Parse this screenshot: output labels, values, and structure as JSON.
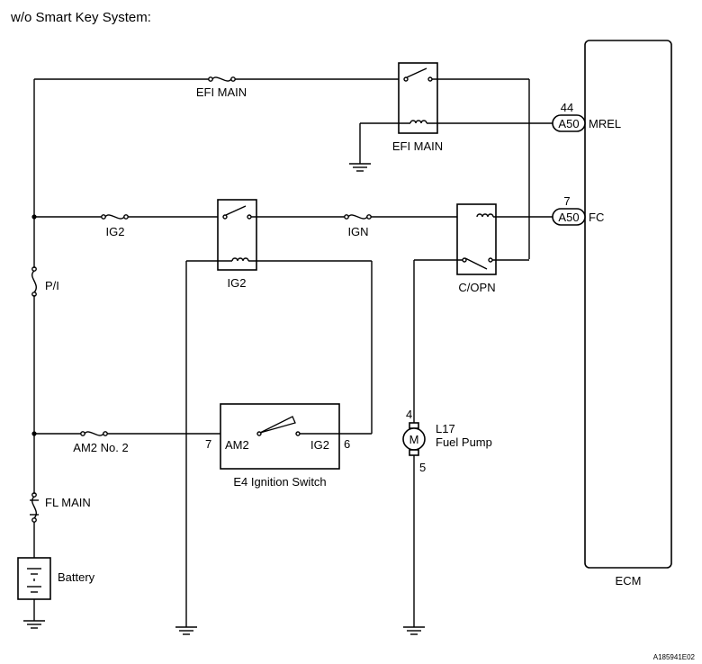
{
  "title": "w/o Smart Key System:",
  "labels": {
    "efi_main_fuse": "EFI MAIN",
    "efi_main_relay": "EFI MAIN",
    "ig2_fuse": "IG2",
    "ig2_relay": "IG2",
    "ign_fuse": "IGN",
    "copn_relay": "C/OPN",
    "pi_fuse": "P/I",
    "am2_fuse": "AM2 No. 2",
    "fl_main": "FL MAIN",
    "battery": "Battery",
    "ignition_switch": "E4 Ignition Switch",
    "switch_am2": "AM2",
    "switch_ig2": "IG2",
    "switch_pin_am2": "7",
    "switch_pin_ig2": "6",
    "pump_code": "L17",
    "pump_name": "Fuel Pump",
    "pump_symbol": "M",
    "pump_pin_top": "4",
    "pump_pin_bottom": "5",
    "ecm": "ECM",
    "connector_a": "A50",
    "connector_b": "A50",
    "pin_mrel": "44",
    "pin_fc": "7",
    "sig_mrel": "MREL",
    "sig_fc": "FC",
    "figure_code": "A185941E02"
  }
}
